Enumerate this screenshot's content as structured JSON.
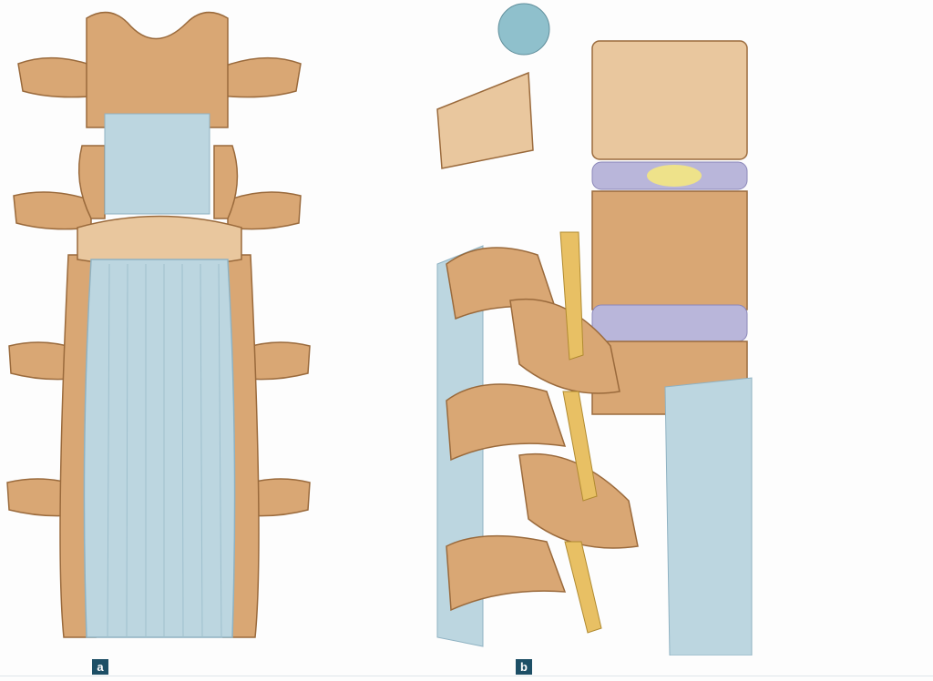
{
  "figure": {
    "panels": [
      {
        "id": "a",
        "label": "a",
        "view": "anterior view of lumbar spine with anterior longitudinal ligament"
      },
      {
        "id": "b",
        "label": "b",
        "view": "oblique sagittal view of lumbar vertebrae with ligaments, disc and spinal nerves"
      }
    ]
  },
  "colors": {
    "bone": "#d9a774",
    "bone_dark": "#b07c4c",
    "ligament": "#bcd6e0",
    "ligament_line": "#8fb2c2",
    "disc": "#b9b6da",
    "nerve": "#e8c064",
    "badge": "#1d4f66"
  }
}
